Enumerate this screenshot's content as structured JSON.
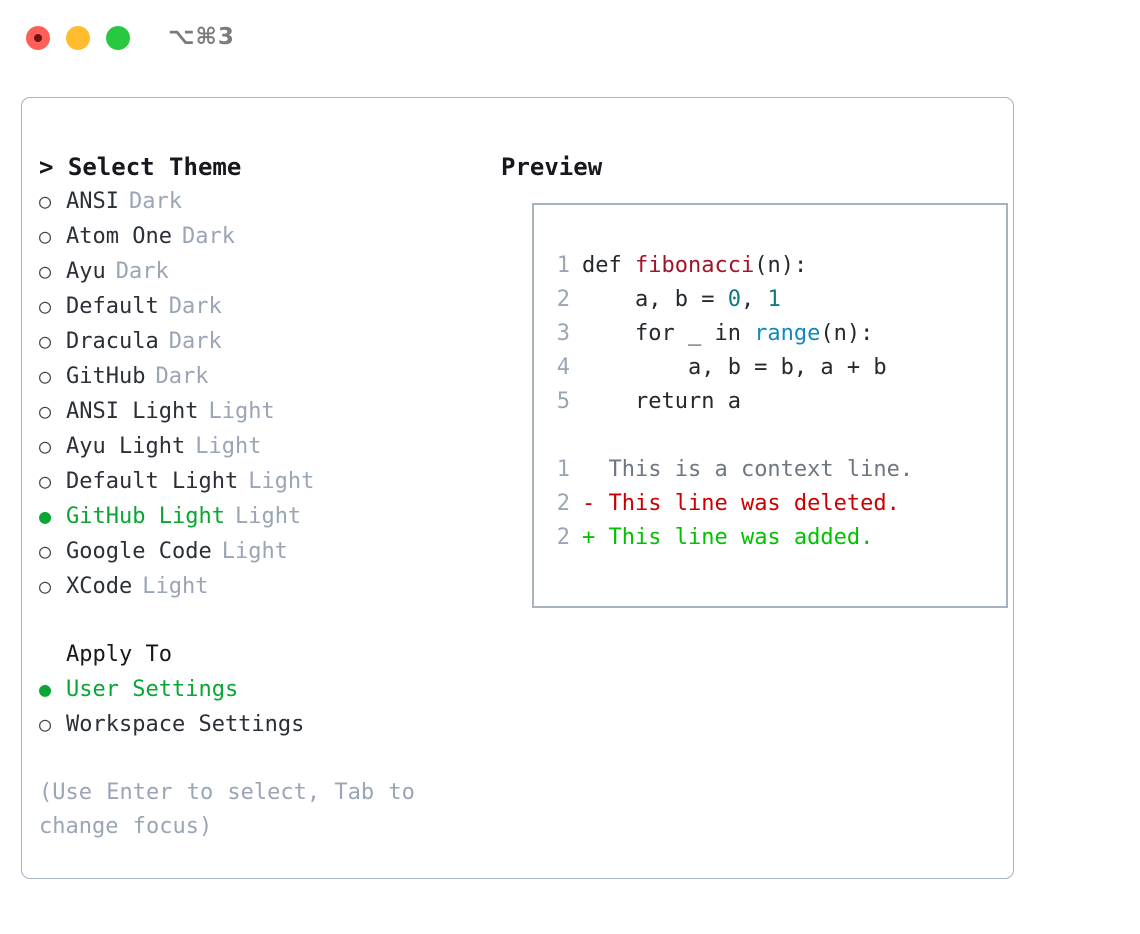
{
  "titlebar": {
    "shortcut": "⌥⌘3",
    "buttons": [
      {
        "name": "close",
        "color": "#ff5f57"
      },
      {
        "name": "minimize",
        "color": "#febc2e"
      },
      {
        "name": "zoom",
        "color": "#28c840"
      }
    ]
  },
  "theme_picker": {
    "header": "> Select Theme",
    "items": [
      {
        "bullet": "○",
        "label": "ANSI",
        "badge": "Dark",
        "selected": false
      },
      {
        "bullet": "○",
        "label": "Atom One",
        "badge": "Dark",
        "selected": false
      },
      {
        "bullet": "○",
        "label": "Ayu",
        "badge": "Dark",
        "selected": false
      },
      {
        "bullet": "○",
        "label": "Default",
        "badge": "Dark",
        "selected": false
      },
      {
        "bullet": "○",
        "label": "Dracula",
        "badge": "Dark",
        "selected": false
      },
      {
        "bullet": "○",
        "label": "GitHub",
        "badge": "Dark",
        "selected": false
      },
      {
        "bullet": "○",
        "label": "ANSI Light",
        "badge": "Light",
        "selected": false
      },
      {
        "bullet": "○",
        "label": "Ayu Light",
        "badge": "Light",
        "selected": false
      },
      {
        "bullet": "○",
        "label": "Default Light",
        "badge": "Light",
        "selected": false
      },
      {
        "bullet": "●",
        "label": "GitHub Light",
        "badge": "Light",
        "selected": true
      },
      {
        "bullet": "○",
        "label": "Google Code",
        "badge": "Light",
        "selected": false
      },
      {
        "bullet": "○",
        "label": "XCode",
        "badge": "Light",
        "selected": false
      }
    ]
  },
  "apply_to": {
    "header": "Apply To",
    "items": [
      {
        "bullet": "●",
        "label": "User Settings",
        "selected": true
      },
      {
        "bullet": "○",
        "label": "Workspace Settings",
        "selected": false
      }
    ]
  },
  "hint": "(Use Enter to select, Tab to change focus)",
  "preview": {
    "title": "Preview",
    "code_lines": [
      {
        "no": "1",
        "tokens": [
          {
            "t": "def ",
            "c": "plain"
          },
          {
            "t": "fibonacci",
            "c": "fn"
          },
          {
            "t": "(n):",
            "c": "plain"
          }
        ]
      },
      {
        "no": "2",
        "tokens": [
          {
            "t": "    a, b = ",
            "c": "plain"
          },
          {
            "t": "0",
            "c": "num"
          },
          {
            "t": ", ",
            "c": "plain"
          },
          {
            "t": "1",
            "c": "num"
          }
        ]
      },
      {
        "no": "3",
        "tokens": [
          {
            "t": "    for _ in ",
            "c": "plain"
          },
          {
            "t": "range",
            "c": "kw"
          },
          {
            "t": "(n):",
            "c": "plain"
          }
        ]
      },
      {
        "no": "4",
        "tokens": [
          {
            "t": "        a, b = b, a + b",
            "c": "plain"
          }
        ]
      },
      {
        "no": "5",
        "tokens": [
          {
            "t": "    return a",
            "c": "plain"
          }
        ]
      }
    ],
    "diff_lines": [
      {
        "no": "1",
        "marker": " ",
        "text": " This is a context line.",
        "kind": "ctx"
      },
      {
        "no": "2",
        "marker": "-",
        "text": " This line was deleted.",
        "kind": "del"
      },
      {
        "no": "2",
        "marker": "+",
        "text": " This line was added.",
        "kind": "add"
      }
    ]
  },
  "colors": {
    "accent_green": "#09a633",
    "muted": "#9aa5b5",
    "border": "#a7b1c0",
    "fn_red": "#a3142a",
    "num_teal": "#0b7c83",
    "kw_blue": "#1189bd",
    "diff_del": "#cc0000",
    "diff_add": "#00c200"
  }
}
